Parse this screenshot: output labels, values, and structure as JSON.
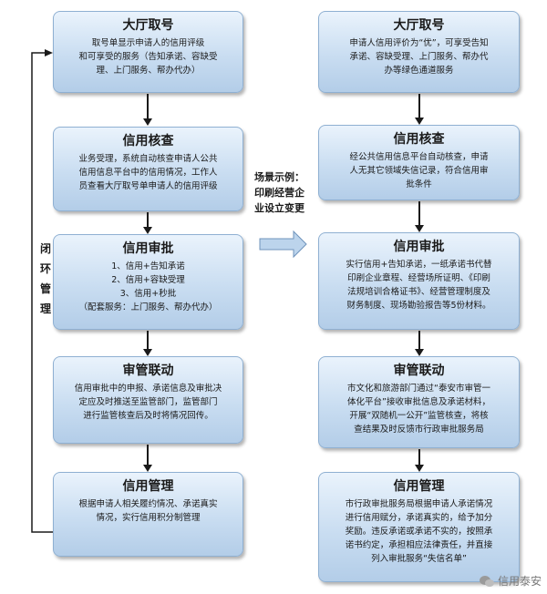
{
  "left": [
    {
      "title": "大厅取号",
      "body": "取号单显示申请人的信用评级\n和可享受的服务（告知承诺、容缺受\n理、上门服务、帮办代办）"
    },
    {
      "title": "信用核查",
      "body": "业务受理，系统自动核查申请人公共\n信用信息平台中的信用情况，工作人\n员查看大厅取号单申请人的信用评级"
    },
    {
      "title": "信用审批",
      "body": "1、信用+告知承诺\n2、信用+容缺受理\n3、信用+秒批\n（配套服务：上门服务、帮办代办）"
    },
    {
      "title": "审管联动",
      "body": "信用审批中的申报、承诺信息及审批决\n定应及时推送至监管部门，监管部门\n进行监管核查后及时将情况回传。"
    },
    {
      "title": "信用管理",
      "body": "根据申请人相关履约情况、承诺真实\n情况，实行信用积分制管理"
    }
  ],
  "right": [
    {
      "title": "大厅取号",
      "body": "申请人信用评价为“优”，可享受告知\n承诺、容缺受理、上门服务、帮办代\n办等绿色通道服务"
    },
    {
      "title": "信用核查",
      "body": "经公共信用信息平台自动核查，申请\n人无其它领域失信记录，符合信用审\n批条件"
    },
    {
      "title": "信用审批",
      "body": "实行信用+告知承诺，一纸承诺书代替\n印刷企业章程、经营场所证明、《印刷\n法规培训合格证书》、经营管理制度及\n财务制度、现场勘验报告等5份材料。"
    },
    {
      "title": "审管联动",
      "body": "市文化和旅游部门通过“泰安市审管一\n体化平台”接收审批信息及承诺材料，\n开展“双随机一公开”监管核查，将核\n查结果及时反馈市行政审批服务局"
    },
    {
      "title": "信用管理",
      "body": "市行政审批服务局根据申请人承诺情况\n进行信用赋分，承诺真实的，给予加分\n奖励。违反承诺或承诺不实的，按照承\n诺书约定，承担相应法律责任，并直接\n列入审批服务“失信名单”"
    }
  ],
  "scenario_label": "场景示例：\n印刷经营企\n业设立变更",
  "loop_label": "闭\n环\n管\n理",
  "watermark": "信用泰安",
  "colors": {
    "box_top": "#eaf3fc",
    "box_bottom": "#b3cde8",
    "border": "#8fb0d2",
    "arrow_fill": "#bcd4ec"
  }
}
